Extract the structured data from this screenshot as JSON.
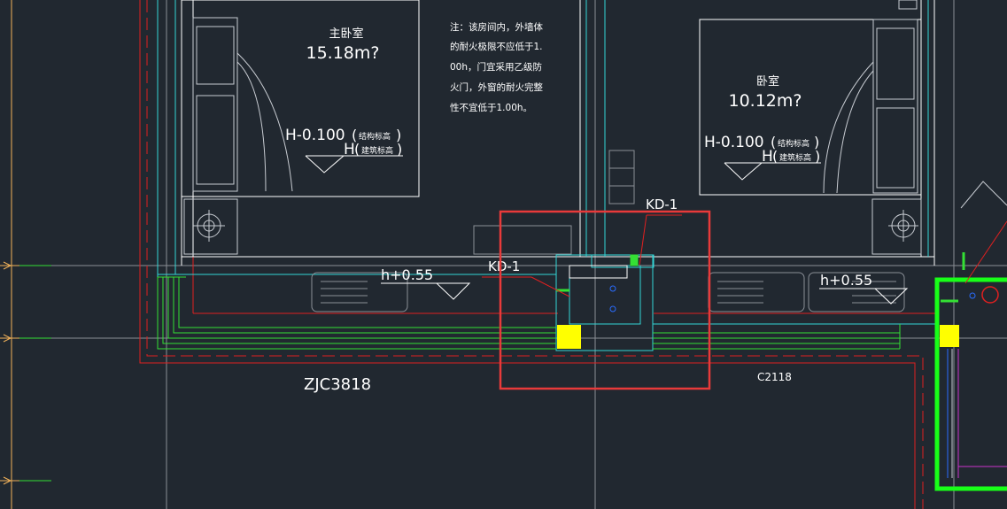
{
  "colors": {
    "background": "#212830",
    "wall": "#ffffff",
    "cyan": "#33d6d6",
    "green": "#34e034",
    "bright_green": "#18ff18",
    "red": "#e02020",
    "yellow": "#ffff00",
    "grey": "#8a8f96",
    "orange": "#f2b25a",
    "magenta": "#cc33cc",
    "blue": "#2a6cff",
    "highlight_box": "#e83a3a"
  },
  "rooms": {
    "master_bedroom": {
      "name": "主卧室",
      "area": "15.18m?"
    },
    "bedroom": {
      "name": "卧室",
      "area": "10.12m?"
    }
  },
  "elevations": {
    "left": {
      "structural": "H-0.100",
      "structural_tag": "结构标高",
      "building": "H",
      "building_tag": "建筑标高"
    },
    "right": {
      "structural": "H-0.100",
      "structural_tag": "结构标高",
      "building": "H",
      "building_tag": "建筑标高"
    }
  },
  "note": {
    "lines": [
      "注：该房间内，外墙体",
      "的耐火极限不应低于1.",
      "00h，门宜采用乙级防",
      "火门，外窗的耐火完整",
      "性不宜低于1.00h。"
    ]
  },
  "tags": {
    "kd_top": "KD-1",
    "kd_left": "KD-1",
    "sill_left": "h+0.55",
    "sill_right": "h+0.55",
    "window_left": "ZJC3818",
    "window_right": "C2118"
  }
}
